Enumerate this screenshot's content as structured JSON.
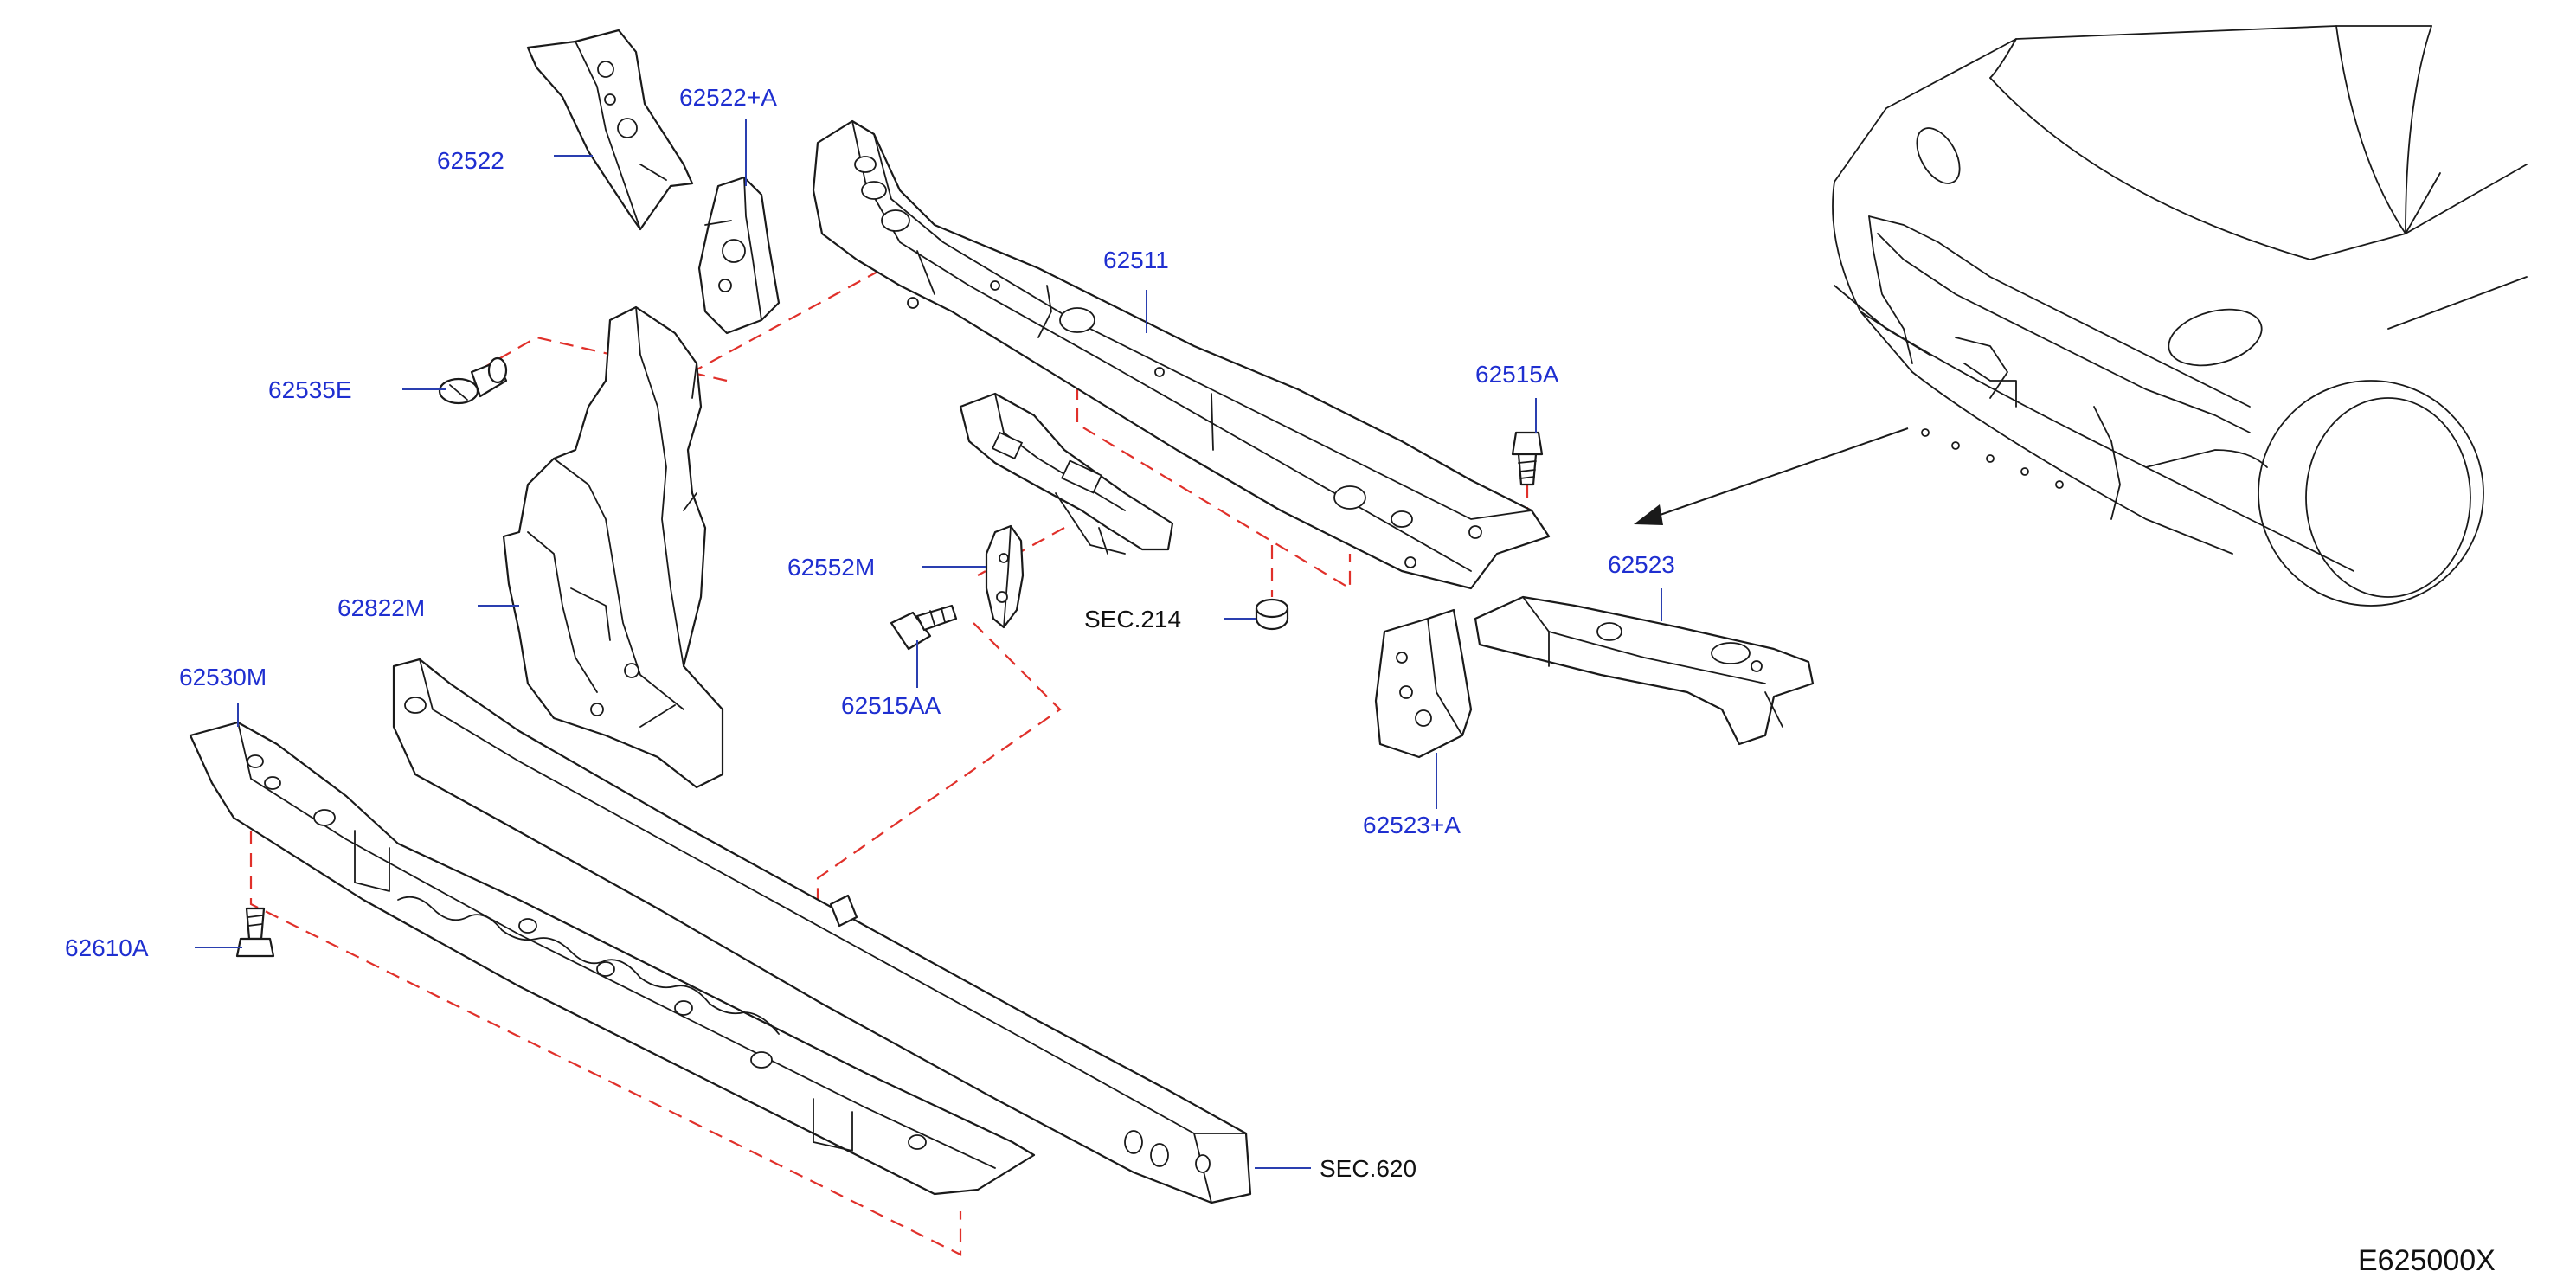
{
  "labels": {
    "p62522": "62522",
    "p62522A": "62522+A",
    "p62511": "62511",
    "p62535E": "62535E",
    "p62515A": "62515A",
    "p62552M": "62552M",
    "p62822M": "62822M",
    "p62523": "62523",
    "sec214": "SEC.214",
    "p62515AA": "62515AA",
    "p62530M": "62530M",
    "p62523A": "62523+A",
    "p62610A": "62610A",
    "sec620": "SEC.620"
  },
  "diagram_code": "E625000X",
  "colors": {
    "part_number": "#1f2fd0",
    "reference": "#111111",
    "dashed_guides": "#e0302a",
    "linework": "#1a1a1a"
  }
}
